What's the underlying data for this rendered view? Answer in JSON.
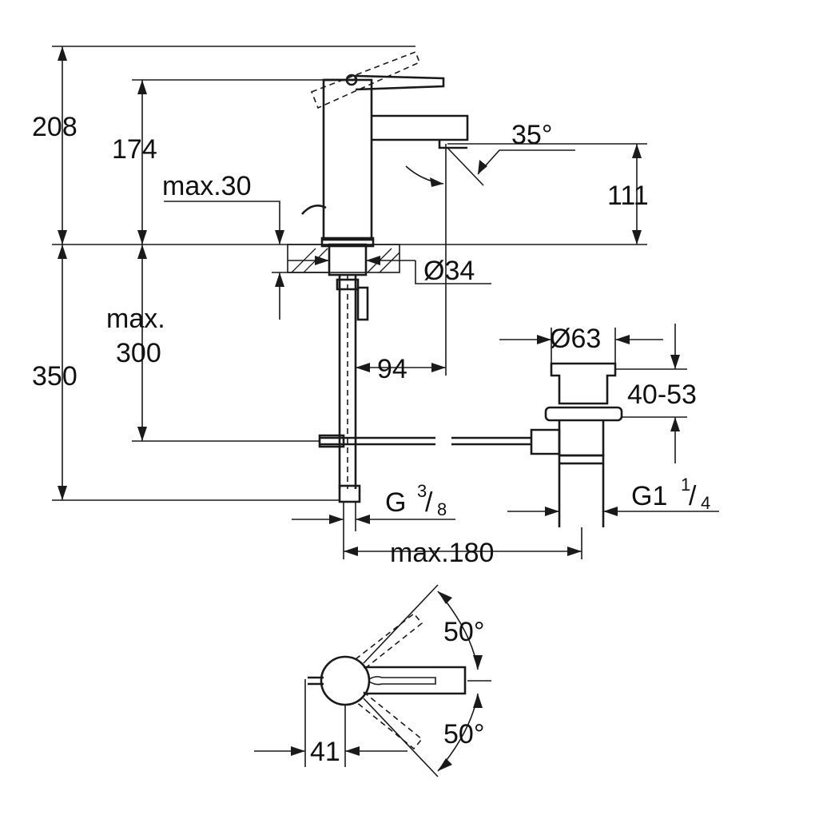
{
  "dimensions": {
    "total_height": "208",
    "spout_height": "174",
    "max_deck_thickness": "max.30",
    "outlet_height": "111",
    "lever_angle": "35°",
    "hole_diameter": "Ø34",
    "max_below_deck_label": "max.",
    "max_below_deck_value": "300",
    "below_deck_total": "350",
    "spout_reach": "94",
    "waste_diameter": "Ø63",
    "waste_range": "40-53",
    "supply_thread_base": "G",
    "supply_thread_num": "3",
    "supply_thread_den": "8",
    "waste_thread_base": "G1",
    "waste_thread_num": "1",
    "waste_thread_den": "4",
    "max_waste_offset": "max.180",
    "rotation_up": "50°",
    "rotation_down": "50°",
    "lever_offset": "41"
  },
  "colors": {
    "line": "#1a1a1a",
    "background": "#ffffff"
  }
}
